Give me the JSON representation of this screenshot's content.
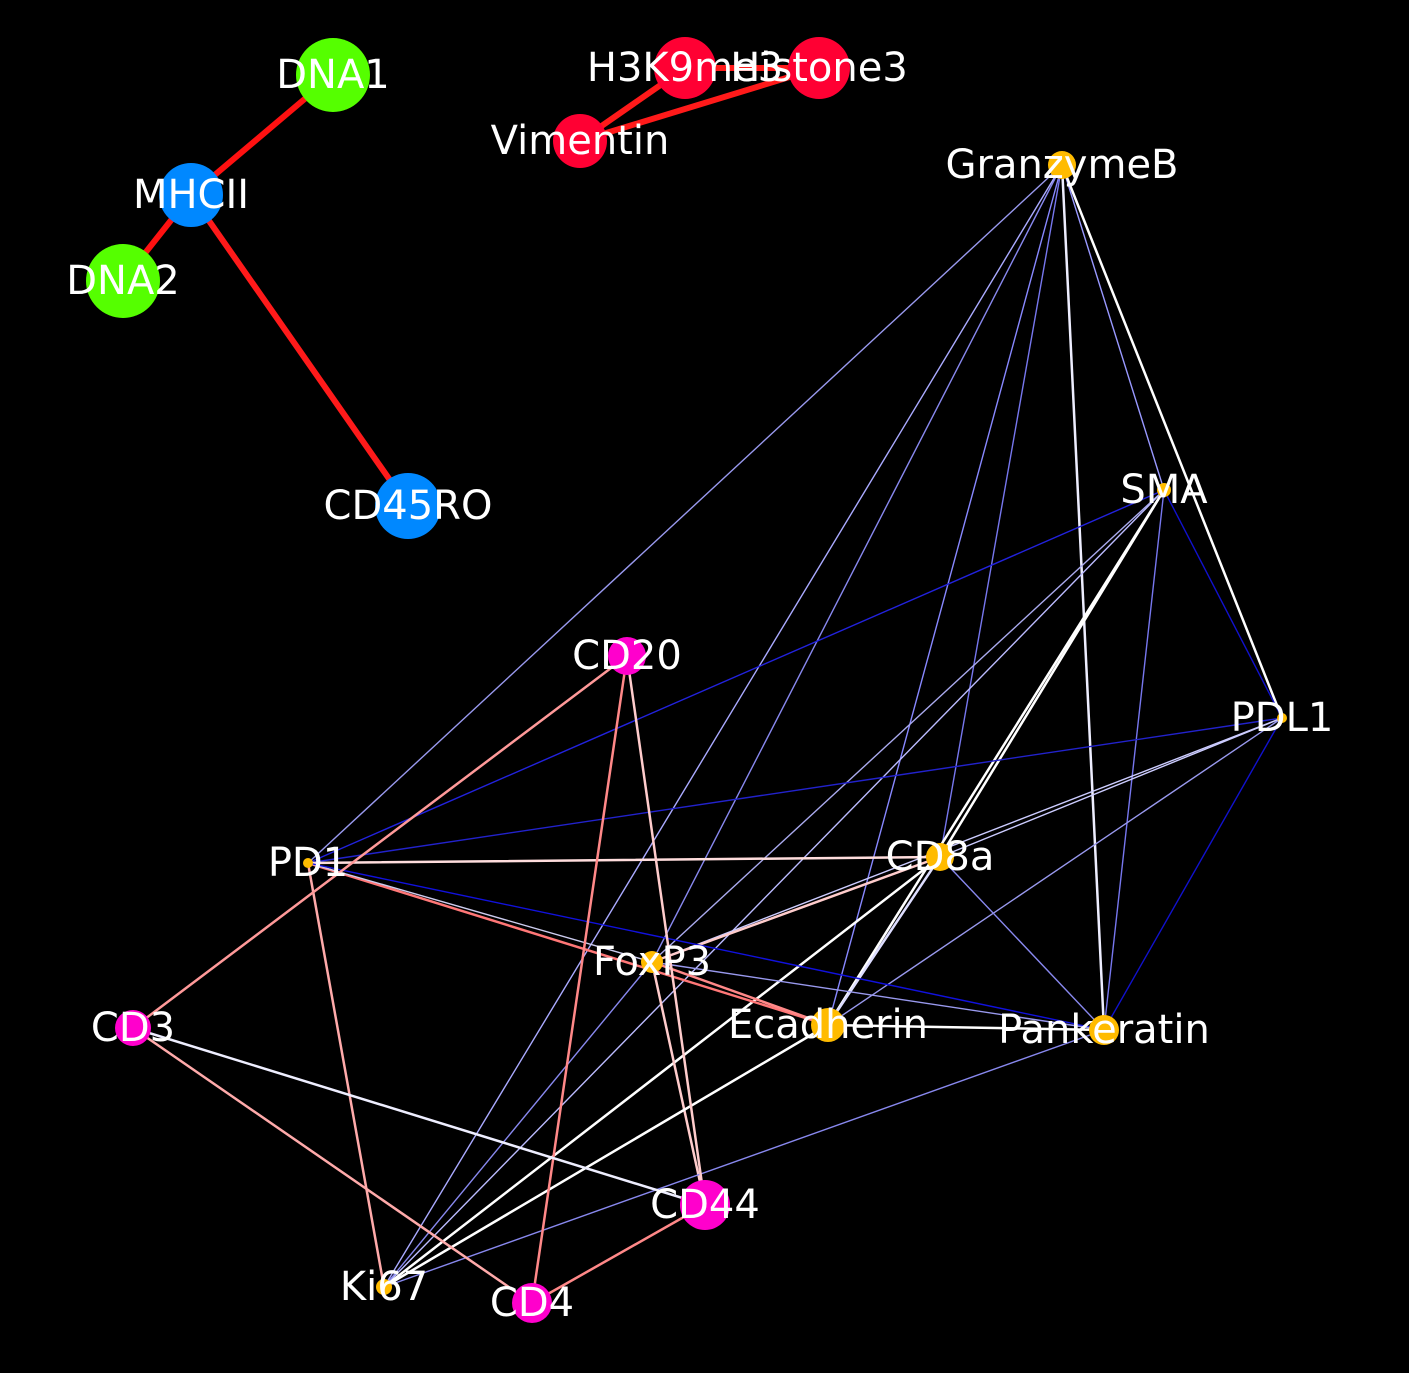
{
  "graph": {
    "colors": {
      "background": "#000000",
      "label": "#ffffff",
      "green": "#55ff00",
      "red": "#ff0033",
      "blue": "#0088ff",
      "magenta": "#ff00cc",
      "orange": "#ffbb00"
    },
    "nodes": [
      {
        "id": "DNA1",
        "label": "DNA1",
        "group": "green"
      },
      {
        "id": "DNA2",
        "label": "DNA2",
        "group": "green"
      },
      {
        "id": "MHCII",
        "label": "MHCII",
        "group": "blue"
      },
      {
        "id": "CD45RO",
        "label": "CD45RO",
        "group": "blue"
      },
      {
        "id": "H3K9me3",
        "label": "H3K9me3",
        "group": "red"
      },
      {
        "id": "Histone3",
        "label": "Histone3",
        "group": "red"
      },
      {
        "id": "Vimentin",
        "label": "Vimentin",
        "group": "red"
      },
      {
        "id": "GranzymeB",
        "label": "GranzymeB",
        "group": "orange"
      },
      {
        "id": "SMA",
        "label": "SMA",
        "group": "orange"
      },
      {
        "id": "PDL1",
        "label": "PDL1",
        "group": "orange"
      },
      {
        "id": "CD8a",
        "label": "CD8a",
        "group": "orange"
      },
      {
        "id": "FoxP3",
        "label": "FoxP3",
        "group": "orange"
      },
      {
        "id": "Ecadherin",
        "label": "Ecadherin",
        "group": "orange"
      },
      {
        "id": "Pankeratin",
        "label": "Pankeratin",
        "group": "orange"
      },
      {
        "id": "Ki67",
        "label": "Ki67",
        "group": "orange"
      },
      {
        "id": "PD1",
        "label": "PD1",
        "group": "orange"
      },
      {
        "id": "CD20",
        "label": "CD20",
        "group": "magenta"
      },
      {
        "id": "CD3",
        "label": "CD3",
        "group": "magenta"
      },
      {
        "id": "CD44",
        "label": "CD44",
        "group": "magenta"
      },
      {
        "id": "CD4",
        "label": "CD4",
        "group": "magenta"
      }
    ],
    "edges": [
      {
        "source": "DNA1",
        "target": "MHCII",
        "color": "#ff1111",
        "weight": "strong"
      },
      {
        "source": "MHCII",
        "target": "DNA2",
        "color": "#ff1111",
        "weight": "strong"
      },
      {
        "source": "MHCII",
        "target": "CD45RO",
        "color": "#ff1a1a",
        "weight": "strong"
      },
      {
        "source": "H3K9me3",
        "target": "Vimentin",
        "color": "#ff1a1a",
        "weight": "strong"
      },
      {
        "source": "Vimentin",
        "target": "Histone3",
        "color": "#ff1a1a",
        "weight": "strong"
      },
      {
        "source": "H3K9me3",
        "target": "Histone3",
        "color": "#ff1a1a",
        "weight": "strong"
      },
      {
        "source": "GranzymeB",
        "target": "PD1",
        "color": "#9999ee",
        "weight": "thin"
      },
      {
        "source": "GranzymeB",
        "target": "FoxP3",
        "color": "#8888ee",
        "weight": "thin"
      },
      {
        "source": "GranzymeB",
        "target": "Ki67",
        "color": "#aaaaff",
        "weight": "thin"
      },
      {
        "source": "GranzymeB",
        "target": "CD8a",
        "color": "#7777ee",
        "weight": "thin"
      },
      {
        "source": "GranzymeB",
        "target": "Ecadherin",
        "color": "#8888ff",
        "weight": "thin"
      },
      {
        "source": "GranzymeB",
        "target": "Pankeratin",
        "color": "#eeeeff",
        "weight": "medium"
      },
      {
        "source": "GranzymeB",
        "target": "SMA",
        "color": "#9999ff",
        "weight": "thin"
      },
      {
        "source": "GranzymeB",
        "target": "PDL1",
        "color": "#ffffff",
        "weight": "medium"
      },
      {
        "source": "SMA",
        "target": "PD1",
        "color": "#2222dd",
        "weight": "thin"
      },
      {
        "source": "SMA",
        "target": "FoxP3",
        "color": "#aaaaee",
        "weight": "thin"
      },
      {
        "source": "SMA",
        "target": "CD8a",
        "color": "#ffffff",
        "weight": "medium"
      },
      {
        "source": "SMA",
        "target": "Ecadherin",
        "color": "#ffffff",
        "weight": "medium"
      },
      {
        "source": "SMA",
        "target": "Ki67",
        "color": "#bbbbff",
        "weight": "thin"
      },
      {
        "source": "SMA",
        "target": "Pankeratin",
        "color": "#7777ee",
        "weight": "thin"
      },
      {
        "source": "SMA",
        "target": "PDL1",
        "color": "#1111cc",
        "weight": "thin"
      },
      {
        "source": "PDL1",
        "target": "PD1",
        "color": "#2222cc",
        "weight": "thin"
      },
      {
        "source": "PDL1",
        "target": "CD8a",
        "color": "#ccccff",
        "weight": "thin"
      },
      {
        "source": "PDL1",
        "target": "Ecadherin",
        "color": "#9999ee",
        "weight": "thin"
      },
      {
        "source": "PDL1",
        "target": "FoxP3",
        "color": "#ccccff",
        "weight": "thin"
      },
      {
        "source": "PDL1",
        "target": "Pankeratin",
        "color": "#1111cc",
        "weight": "thin"
      },
      {
        "source": "CD8a",
        "target": "PD1",
        "color": "#ffdddd",
        "weight": "medium"
      },
      {
        "source": "CD8a",
        "target": "FoxP3",
        "color": "#ffcccc",
        "weight": "medium"
      },
      {
        "source": "CD8a",
        "target": "Ki67",
        "color": "#ffffff",
        "weight": "medium"
      },
      {
        "source": "CD8a",
        "target": "Ecadherin",
        "color": "#ddddff",
        "weight": "medium"
      },
      {
        "source": "CD8a",
        "target": "Pankeratin",
        "color": "#8888ee",
        "weight": "thin"
      },
      {
        "source": "PD1",
        "target": "Ecadherin",
        "color": "#ff7777",
        "weight": "medium"
      },
      {
        "source": "PD1",
        "target": "FoxP3",
        "color": "#ccccee",
        "weight": "thin"
      },
      {
        "source": "PD1",
        "target": "Pankeratin",
        "color": "#1111dd",
        "weight": "thin"
      },
      {
        "source": "PD1",
        "target": "Ki67",
        "color": "#ffaaaa",
        "weight": "medium"
      },
      {
        "source": "FoxP3",
        "target": "Ecadherin",
        "color": "#ff8888",
        "weight": "medium"
      },
      {
        "source": "FoxP3",
        "target": "Ki67",
        "color": "#8888ee",
        "weight": "thin"
      },
      {
        "source": "FoxP3",
        "target": "Pankeratin",
        "color": "#9999ee",
        "weight": "thin"
      },
      {
        "source": "FoxP3",
        "target": "CD44",
        "color": "#ffcccc",
        "weight": "medium"
      },
      {
        "source": "Ecadherin",
        "target": "Pankeratin",
        "color": "#ffffff",
        "weight": "medium"
      },
      {
        "source": "Ecadherin",
        "target": "Ki67",
        "color": "#ffffff",
        "weight": "medium"
      },
      {
        "source": "Pankeratin",
        "target": "Ki67",
        "color": "#8888ee",
        "weight": "thin"
      },
      {
        "source": "CD20",
        "target": "CD3",
        "color": "#ff9999",
        "weight": "medium"
      },
      {
        "source": "CD20",
        "target": "CD4",
        "color": "#ff8888",
        "weight": "medium"
      },
      {
        "source": "CD20",
        "target": "CD44",
        "color": "#ffcccc",
        "weight": "medium"
      },
      {
        "source": "CD3",
        "target": "CD4",
        "color": "#ffaaaa",
        "weight": "medium"
      },
      {
        "source": "CD3",
        "target": "CD44",
        "color": "#eeeeff",
        "weight": "medium"
      },
      {
        "source": "CD44",
        "target": "CD4",
        "color": "#ff8888",
        "weight": "medium"
      }
    ]
  }
}
